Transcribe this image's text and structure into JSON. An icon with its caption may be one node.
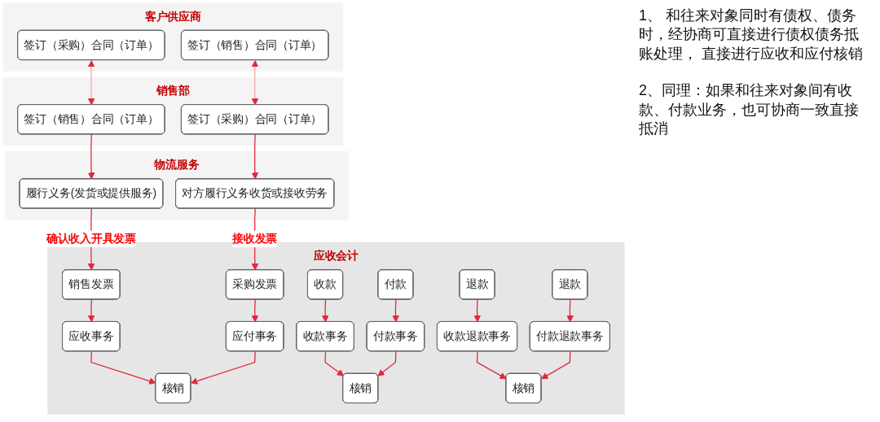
{
  "diagram": {
    "nodes": [
      {
        "text": [
          "客户供应商"
        ]
      },
      {
        "text": [
          "签订（采购）合同（订单）"
        ],
        "in": 0
      },
      {
        "text": [
          "签订（销售）合同（订单）"
        ],
        "in": 0
      },
      {
        "text": [
          "销售部"
        ]
      },
      {
        "text": [
          "签订（销售）合同（订单）"
        ],
        "in": 3
      },
      {
        "text": [
          "签订（采购）合同（订单）"
        ],
        "in": 3
      },
      {
        "text": [
          "物流服务"
        ]
      },
      {
        "text": [
          "履行义务(发货或提供服务)"
        ],
        "in": 6
      },
      {
        "text": [
          "对方履行义务收货或接收劳务"
        ],
        "in": 6
      },
      {
        "text": [
          "应收会计"
        ]
      },
      {
        "text": [
          "销售发票"
        ],
        "in": 9
      },
      {
        "text": [
          "收款"
        ],
        "in": 9
      },
      {
        "text": [
          "退款"
        ],
        "in": 9
      },
      {
        "text": [
          "采购发票"
        ],
        "in": 9
      },
      {
        "text": [
          "付款"
        ],
        "in": 9
      },
      {
        "text": [
          "退款"
        ],
        "in": 9
      },
      {
        "text": [
          "应收事务"
        ],
        "in": 9
      },
      {
        "text": [
          "收款事务"
        ],
        "in": 9
      },
      {
        "text": [
          "收款退款事务"
        ],
        "in": 9
      },
      {
        "text": [
          "应付事务"
        ],
        "in": 9
      },
      {
        "text": [
          "付款事务"
        ],
        "in": 9
      },
      {
        "text": [
          "付款退款事务"
        ],
        "in": 9
      },
      {
        "text": [
          "核销"
        ],
        "in": 9
      },
      {
        "text": [
          "核销"
        ],
        "in": 9
      },
      {
        "text": [
          "核销"
        ],
        "in": 9
      }
    ],
    "edges": [
      {
        "from": 1,
        "to": 4,
        "arrow": "both",
        "color": "#f4a6ae"
      },
      {
        "from": 2,
        "to": 5,
        "arrow": "both",
        "color": "#f4a6ae"
      },
      {
        "from": 4,
        "to": 7,
        "arrow": "to"
      },
      {
        "from": 5,
        "to": 8,
        "arrow": "to"
      },
      {
        "from": 7,
        "to": 10,
        "arrow": "to",
        "label": "确认收入开具发票"
      },
      {
        "from": 8,
        "to": 13,
        "arrow": "to",
        "label": "接收发票"
      },
      {
        "from": 10,
        "to": 16,
        "arrow": "to"
      },
      {
        "from": 11,
        "to": 17,
        "arrow": "to"
      },
      {
        "from": 12,
        "to": 18,
        "arrow": "to"
      },
      {
        "from": 13,
        "to": 19,
        "arrow": "to"
      },
      {
        "from": 14,
        "to": 20,
        "arrow": "to"
      },
      {
        "from": 15,
        "to": 21,
        "arrow": "to"
      },
      {
        "from": 16,
        "to": 22,
        "arrow": "to"
      },
      {
        "from": 19,
        "to": 22,
        "arrow": "to"
      },
      {
        "from": 17,
        "to": 23,
        "arrow": "to"
      },
      {
        "from": 20,
        "to": 23,
        "arrow": "to"
      },
      {
        "from": 18,
        "to": 24,
        "arrow": "to"
      },
      {
        "from": 21,
        "to": 24,
        "arrow": "to"
      }
    ],
    "labels": [
      "1、 和往来对象同时有债权、债务时，经协商可直接进行债权债务抵账处理， 直接进行应收和应付核销",
      "2、同理：如果和往来对象间有收款、付款业务，也可协商一致直接抵消"
    ]
  }
}
